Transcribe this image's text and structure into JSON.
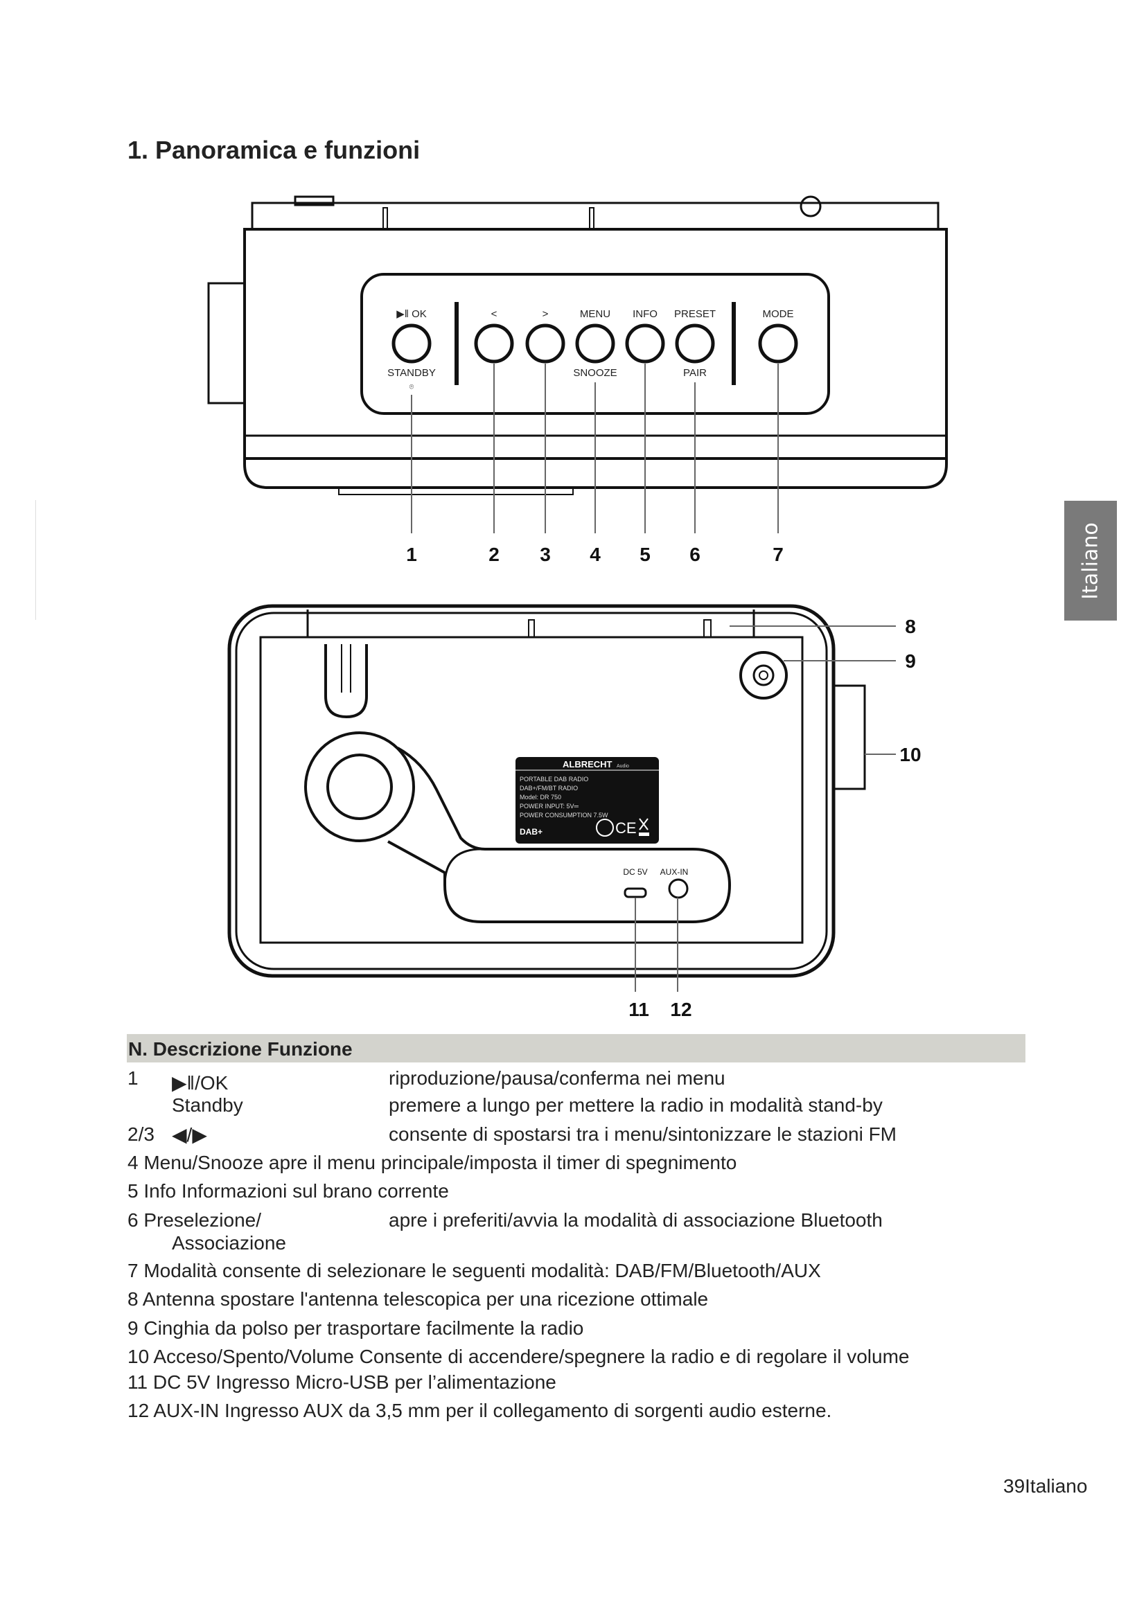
{
  "heading": "1. Panoramica e funzioni",
  "front_panel": {
    "buttons_top": [
      "▶‖ OK",
      "<",
      ">",
      "MENU",
      "INFO",
      "PRESET",
      "MODE"
    ],
    "buttons_bottom": {
      "standby": "STANDBY",
      "standby_symbol": "⌾",
      "snooze": "SNOOZE",
      "pair": "PAIR"
    },
    "callouts": [
      "1",
      "2",
      "3",
      "4",
      "5",
      "6",
      "7"
    ]
  },
  "back_panel": {
    "callouts": [
      "8",
      "9",
      "10",
      "11",
      "12"
    ],
    "ports": {
      "dc": "DC 5V",
      "aux": "AUX-IN"
    },
    "sticker": {
      "brand": "ALBRECHT",
      "brand_suffix": "Audio",
      "lines": [
        "PORTABLE DAB RADIO",
        "DAB+/FM/BT RADIO",
        "Model: DR 750",
        "POWER INPUT: 5V═",
        "POWER CONSUMPTION 7.5W"
      ],
      "dab_logo": "DAB+",
      "ce_mark": "CE"
    }
  },
  "table": {
    "header": "N. Descrizione Funzione",
    "rows": [
      {
        "n": "1",
        "name": "▶‖/OK",
        "desc": "riproduzione/pausa/conferma nei menu"
      },
      {
        "n": "",
        "name": "Standby",
        "desc": "premere a lungo per mettere la radio in modalità stand-by"
      },
      {
        "n": "2/3",
        "name": "◀/▶",
        "desc": "consente di spostarsi tra i menu/sintonizzare le stazioni FM"
      },
      {
        "text": "4 Menu/Snooze apre il menu principale/imposta il timer di spegnimento"
      },
      {
        "text": "5 Info Informazioni sul brano corrente"
      },
      {
        "n": "6 Preselezione/",
        "name": "Associazione",
        "desc": "apre i preferiti/avvia la modalità di associazione Bluetooth"
      },
      {
        "text": "7 Modalità consente di selezionare le seguenti modalità: DAB/FM/Bluetooth/AUX"
      },
      {
        "text": "8 Antenna spostare l'antenna telescopica per una ricezione ottimale"
      },
      {
        "text": "9 Cinghia da polso per trasportare facilmente la radio"
      },
      {
        "text": "10    Acceso/Spento/Volume   Consente di accendere/spegnere la radio e di regolare il volume"
      },
      {
        "text": "11 DC 5V Ingresso Micro-USB per l’alimentazione"
      },
      {
        "text": "12 AUX-IN Ingresso AUX da 3,5 mm per il collegamento di sorgenti audio esterne."
      }
    ]
  },
  "side_tab": "Italiano",
  "footer": "39Italiano"
}
